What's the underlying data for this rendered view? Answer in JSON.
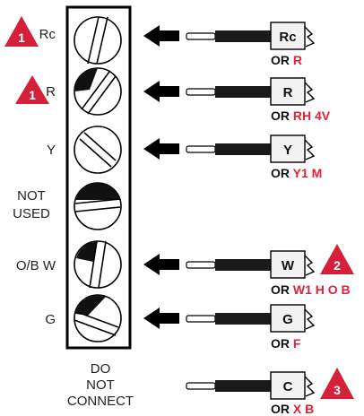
{
  "terminals": [
    {
      "label": "Rc",
      "badge": "1"
    },
    {
      "label": "R",
      "badge": "1"
    },
    {
      "label": "Y",
      "badge": ""
    },
    {
      "label_line1": "NOT",
      "label_line2": "USED",
      "badge": ""
    },
    {
      "label": "O/B W",
      "badge": ""
    },
    {
      "label": "G",
      "badge": ""
    }
  ],
  "bottom_note": {
    "line1": "DO",
    "line2": "NOT",
    "line3": "CONNECT"
  },
  "wires": [
    {
      "tag": "Rc",
      "or": "OR",
      "alt": "R",
      "badge": ""
    },
    {
      "tag": "R",
      "or": "OR",
      "alt": "RH 4V",
      "badge": ""
    },
    {
      "tag": "Y",
      "or": "OR",
      "alt": "Y1 M",
      "badge": ""
    },
    {
      "tag": "W",
      "or": "OR",
      "alt": "W1 H O B",
      "badge": "2"
    },
    {
      "tag": "G",
      "or": "OR",
      "alt": "F",
      "badge": ""
    },
    {
      "tag": "C",
      "or": "OR",
      "alt": "X B",
      "badge": "3"
    }
  ],
  "colors": {
    "badge_fill": "#d5203a",
    "alt_text": "#e02236",
    "wire": "#1a1a1a",
    "tag_fill": "#f2f2f2"
  }
}
